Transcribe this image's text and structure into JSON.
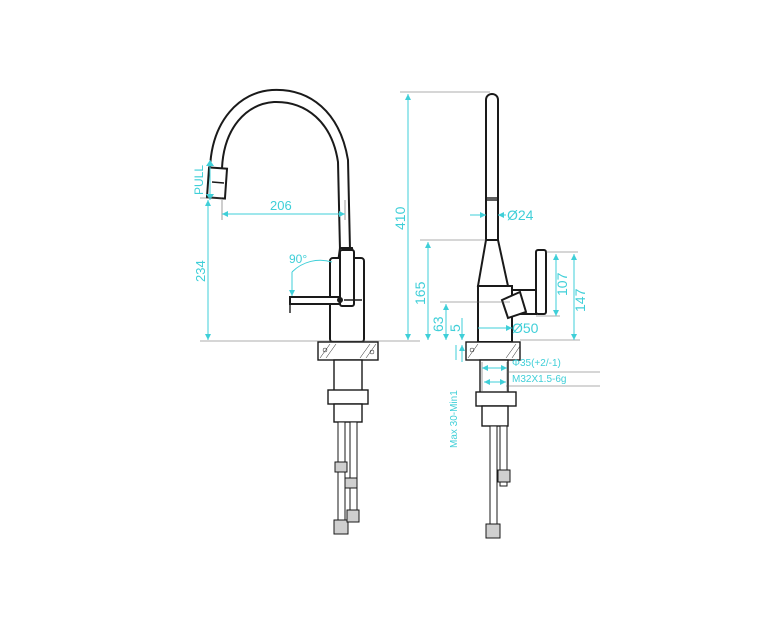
{
  "dimensions": {
    "pull": "PULL",
    "spout_reach": "206",
    "spout_height": "234",
    "handle_rotation": "90°",
    "total_height": "410",
    "body_height": "165",
    "base_63": "63",
    "base_5": "5",
    "spout_diameter": "Ø24",
    "body_diameter": "Ø50",
    "handle_107": "107",
    "handle_147": "147",
    "hole_diameter": "Φ35(+2/-1)",
    "thread": "M32X1.5-6g",
    "max_mount": "Max 30-Min1"
  },
  "colors": {
    "dimension": "#3fcfd8",
    "ink": "#1a1a1a"
  }
}
